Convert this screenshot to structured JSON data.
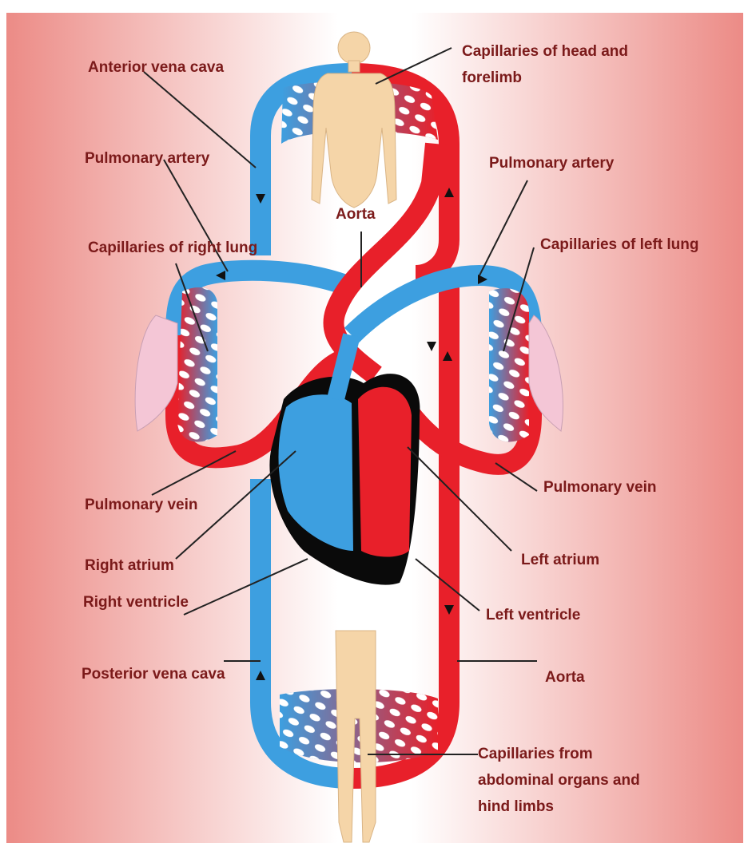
{
  "colors": {
    "background_center": "#ffffff",
    "background_edge": "#ec8b86",
    "oxygenated": "#e8202a",
    "deoxygenated": "#3d9fe0",
    "heart_wall": "#0a0a0a",
    "skin": "#f5d5a8",
    "lung": "#f4c6d6",
    "label_text": "#7b1a1a",
    "leader_line": "#222222"
  },
  "labels": {
    "anterior_vena_cava": "Anterior vena cava",
    "capillaries_head_line1": "Capillaries of head and",
    "capillaries_head_line2": "forelimb",
    "pulmonary_artery_left": "Pulmonary artery",
    "pulmonary_artery_right": "Pulmonary artery",
    "aorta_top": "Aorta",
    "capillaries_right_lung": "Capillaries of right lung",
    "capillaries_left_lung": "Capillaries of left lung",
    "pulmonary_vein_left": "Pulmonary vein",
    "pulmonary_vein_right": "Pulmonary vein",
    "right_atrium": "Right atrium",
    "left_atrium": "Left atrium",
    "right_ventricle": "Right ventricle",
    "left_ventricle": "Left ventricle",
    "posterior_vena_cava": "Posterior vena cava",
    "aorta_bottom": "Aorta",
    "capillaries_abdominal_line1": "Capillaries from",
    "capillaries_abdominal_line2": "abdominal organs and",
    "capillaries_abdominal_line3": "hind limbs"
  }
}
